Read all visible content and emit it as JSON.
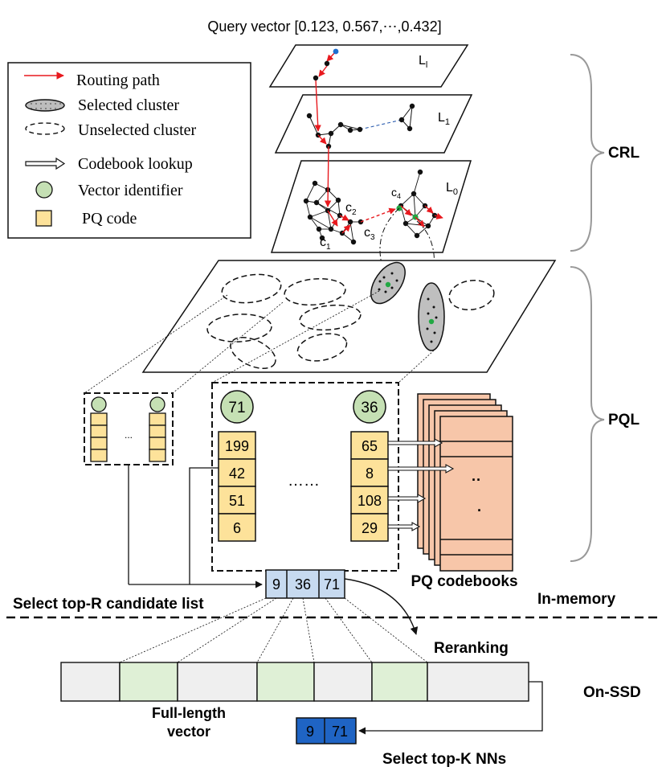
{
  "query": {
    "label": "Query vector [0.123, 0.567,⋯,0.432]"
  },
  "legend": {
    "items": [
      {
        "icon": "red-arrow-icon",
        "label": "Routing path"
      },
      {
        "icon": "selected-cluster-icon",
        "label": "Selected cluster"
      },
      {
        "icon": "unselected-cluster-icon",
        "label": "Unselected cluster"
      },
      {
        "icon": "hollow-arrow-icon",
        "label": "Codebook lookup"
      },
      {
        "icon": "vector-identifier-icon",
        "label": "Vector identifier"
      },
      {
        "icon": "pq-code-icon",
        "label": "PQ code"
      }
    ]
  },
  "layers": {
    "top": {
      "base": "L",
      "sub": "l"
    },
    "mid": {
      "base": "L",
      "sub": "1"
    },
    "bottom": {
      "base": "L",
      "sub": "0"
    }
  },
  "centroids": [
    {
      "base": "c",
      "sub": "1"
    },
    {
      "base": "c",
      "sub": "2"
    },
    {
      "base": "c",
      "sub": "3"
    },
    {
      "base": "c",
      "sub": "4"
    }
  ],
  "sections": {
    "crl": "CRL",
    "pql": "PQL",
    "in_memory": "In-memory",
    "on_ssd": "On-SSD"
  },
  "small_list": {
    "ellipsis": "..."
  },
  "pq_list": {
    "ellipsis": "……",
    "left": {
      "id": "71",
      "codes": [
        "199",
        "42",
        "51",
        "6"
      ]
    },
    "right": {
      "id": "36",
      "codes": [
        "65",
        "8",
        "108",
        "29"
      ]
    }
  },
  "codebooks": {
    "label": "PQ codebooks",
    "dots_top": "··",
    "dot_bottom": "·"
  },
  "candidates": {
    "label": "Select top-R candidate list",
    "values": [
      "9",
      "36",
      "71"
    ]
  },
  "reranking": {
    "label": "Reranking"
  },
  "ssd": {
    "full_length_label_1": "Full-length",
    "full_length_label_2": "vector"
  },
  "topk": {
    "label": "Select top-K NNs",
    "values": [
      "9",
      "71"
    ]
  },
  "colors": {
    "route": "#e8191e",
    "node": "#111111",
    "query_node": "#1e6fd0",
    "green_node": "#22a843",
    "identifier_fill": "#c5e0b4",
    "pq_fill": "#fde29a",
    "codebook_fill": "#f7c6a9",
    "candidate_fill": "#c7daf0",
    "topk_fill": "#1f64c4",
    "ssd_green": "#dff0d6",
    "ssd_gray": "#efefef"
  }
}
